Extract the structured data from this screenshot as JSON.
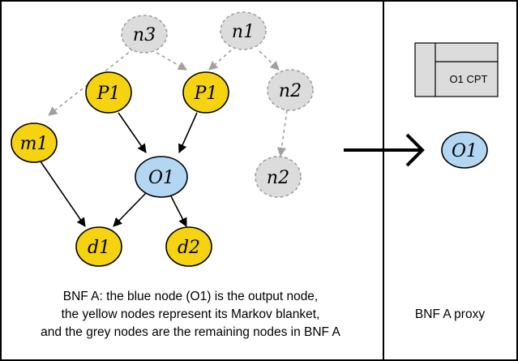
{
  "panel_a": {
    "caption_lines": [
      "BNF A: the blue node (O1) is the output node,",
      "the yellow nodes represent its Markov blanket,",
      "and the grey nodes are the remaining nodes in BNF A"
    ]
  },
  "panel_b": {
    "caption": "BNF A proxy",
    "cpt_label": "O1 CPT",
    "output_node": "O1"
  },
  "nodes": {
    "n3": "n3",
    "n1": "n1",
    "p1_left": "P1",
    "p1_right": "P1",
    "n2_top": "n2",
    "m1": "m1",
    "o1": "O1",
    "n2_bottom": "n2",
    "d1": "d1",
    "d2": "d2"
  },
  "colors": {
    "output": "#b3d7f3",
    "markov_blanket": "#f5d311",
    "remaining": "#dcdcdc",
    "cpt_fill": "#dcdcdc",
    "edge_solid": "#000000",
    "edge_dashed": "#a0a0a0"
  }
}
